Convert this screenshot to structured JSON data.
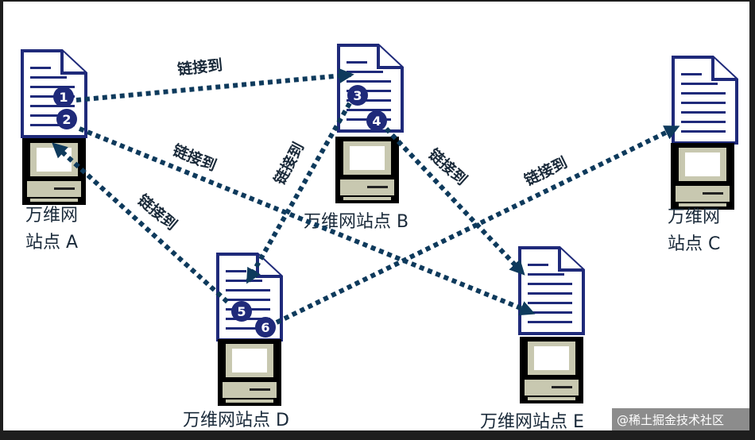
{
  "sites": {
    "a": {
      "line1": "万维网",
      "line2": "站点 A",
      "badges": [
        "1",
        "2"
      ]
    },
    "b": {
      "line1": "万维网站点 B",
      "badges": [
        "3",
        "4"
      ]
    },
    "c": {
      "line1": "万维网",
      "line2": "站点 C"
    },
    "d": {
      "line1": "万维网站点 D",
      "badges": [
        "5",
        "6"
      ]
    },
    "e": {
      "line1": "万维网站点 E"
    }
  },
  "links": {
    "a_to_b": "链接到",
    "a_to_e": "链接到",
    "a_to_d": "链接到",
    "b_to_d": "链接到",
    "b_to_e": "链接到",
    "d_to_c": "链接到"
  },
  "watermark": "@稀土掘金技术社区",
  "colors": {
    "arrow": "#0e3a5c",
    "badge": "#1f2a7a",
    "monitor": "#c8c8b0"
  }
}
